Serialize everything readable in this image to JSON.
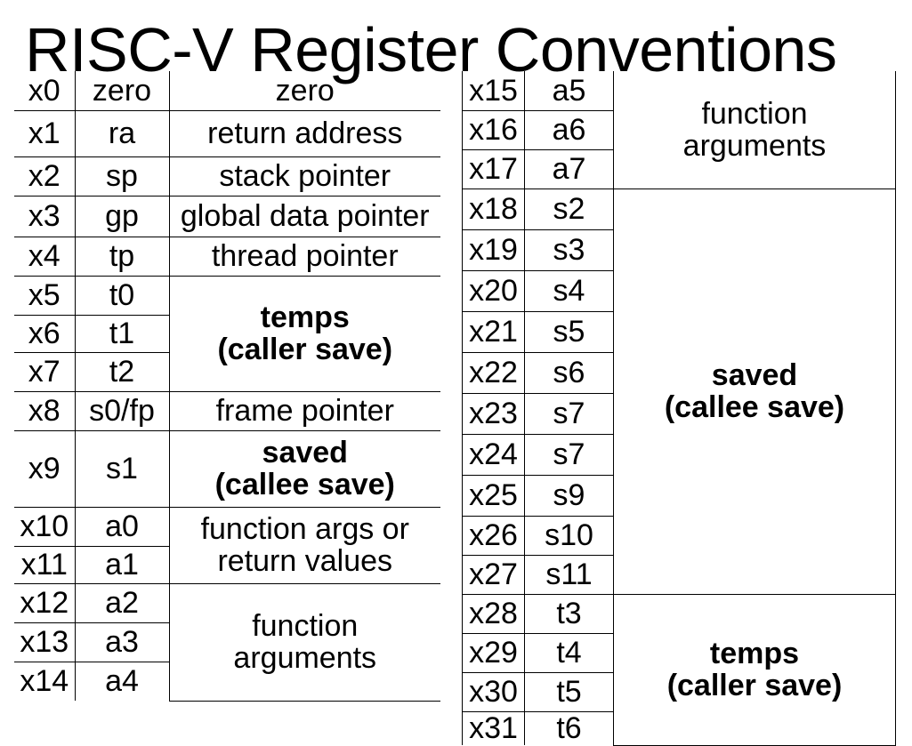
{
  "title": "RISC-V Register Conventions",
  "left_table": [
    {
      "reg": "x0",
      "abi": "zero",
      "desc": "zero"
    },
    {
      "reg": "x1",
      "abi": "ra",
      "desc": "return address"
    },
    {
      "reg": "x2",
      "abi": "sp",
      "desc": "stack pointer"
    },
    {
      "reg": "x3",
      "abi": "gp",
      "desc": "global data pointer"
    },
    {
      "reg": "x4",
      "abi": "tp",
      "desc": "thread pointer"
    },
    {
      "reg": "x5",
      "abi": "t0",
      "desc": "temps\n(caller save)",
      "bold": true,
      "span": 3
    },
    {
      "reg": "x6",
      "abi": "t1"
    },
    {
      "reg": "x7",
      "abi": "t2"
    },
    {
      "reg": "x8",
      "abi": "s0/fp",
      "desc": "frame pointer"
    },
    {
      "reg": "x9",
      "abi": "s1",
      "desc": "saved\n(callee save)",
      "bold": true
    },
    {
      "reg": "x10",
      "abi": "a0",
      "desc": "function args or\nreturn values",
      "span": 2
    },
    {
      "reg": "x11",
      "abi": "a1"
    },
    {
      "reg": "x12",
      "abi": "a2",
      "desc": "function\narguments",
      "span": 3
    },
    {
      "reg": "x13",
      "abi": "a3"
    },
    {
      "reg": "x14",
      "abi": "a4"
    }
  ],
  "right_table": [
    {
      "reg": "x15",
      "abi": "a5",
      "desc": "function\narguments",
      "span": 3
    },
    {
      "reg": "x16",
      "abi": "a6"
    },
    {
      "reg": "x17",
      "abi": "a7"
    },
    {
      "reg": "x18",
      "abi": "s2",
      "desc": "saved\n(callee save)",
      "bold": true,
      "span": 10
    },
    {
      "reg": "x19",
      "abi": "s3"
    },
    {
      "reg": "x20",
      "abi": "s4"
    },
    {
      "reg": "x21",
      "abi": "s5"
    },
    {
      "reg": "x22",
      "abi": "s6"
    },
    {
      "reg": "x23",
      "abi": "s7"
    },
    {
      "reg": "x24",
      "abi": "s7"
    },
    {
      "reg": "x25",
      "abi": "s9"
    },
    {
      "reg": "x26",
      "abi": "s10"
    },
    {
      "reg": "x27",
      "abi": "s11"
    },
    {
      "reg": "x28",
      "abi": "t3",
      "desc": "temps\n(caller save)",
      "bold": true,
      "span": 4
    },
    {
      "reg": "x29",
      "abi": "t4"
    },
    {
      "reg": "x30",
      "abi": "t5"
    },
    {
      "reg": "x31",
      "abi": "t6"
    }
  ]
}
